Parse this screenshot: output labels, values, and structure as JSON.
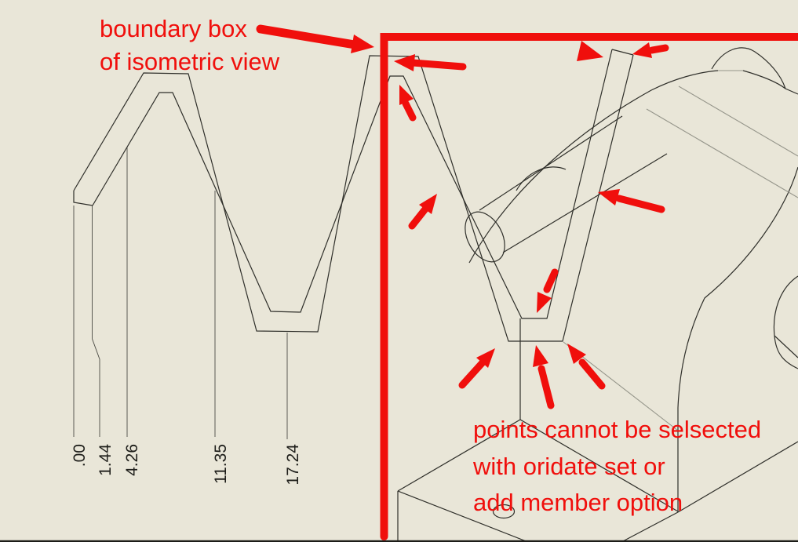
{
  "colors": {
    "background": "#e9e6d8",
    "line": "#2f2f2a",
    "tangent_line": "#95958a",
    "annotation_red": "#f00f0c",
    "sheet_edge": "#1c1c18"
  },
  "annotations": {
    "boundary_note": [
      "boundary box",
      "of isometric view"
    ],
    "selection_note": [
      "points cannot be selsected",
      "with oridate set or",
      "add member option"
    ]
  },
  "flat_view": {
    "dimension_labels": [
      ".00",
      "1.44",
      "4.26",
      "11.35",
      "17.24"
    ]
  }
}
